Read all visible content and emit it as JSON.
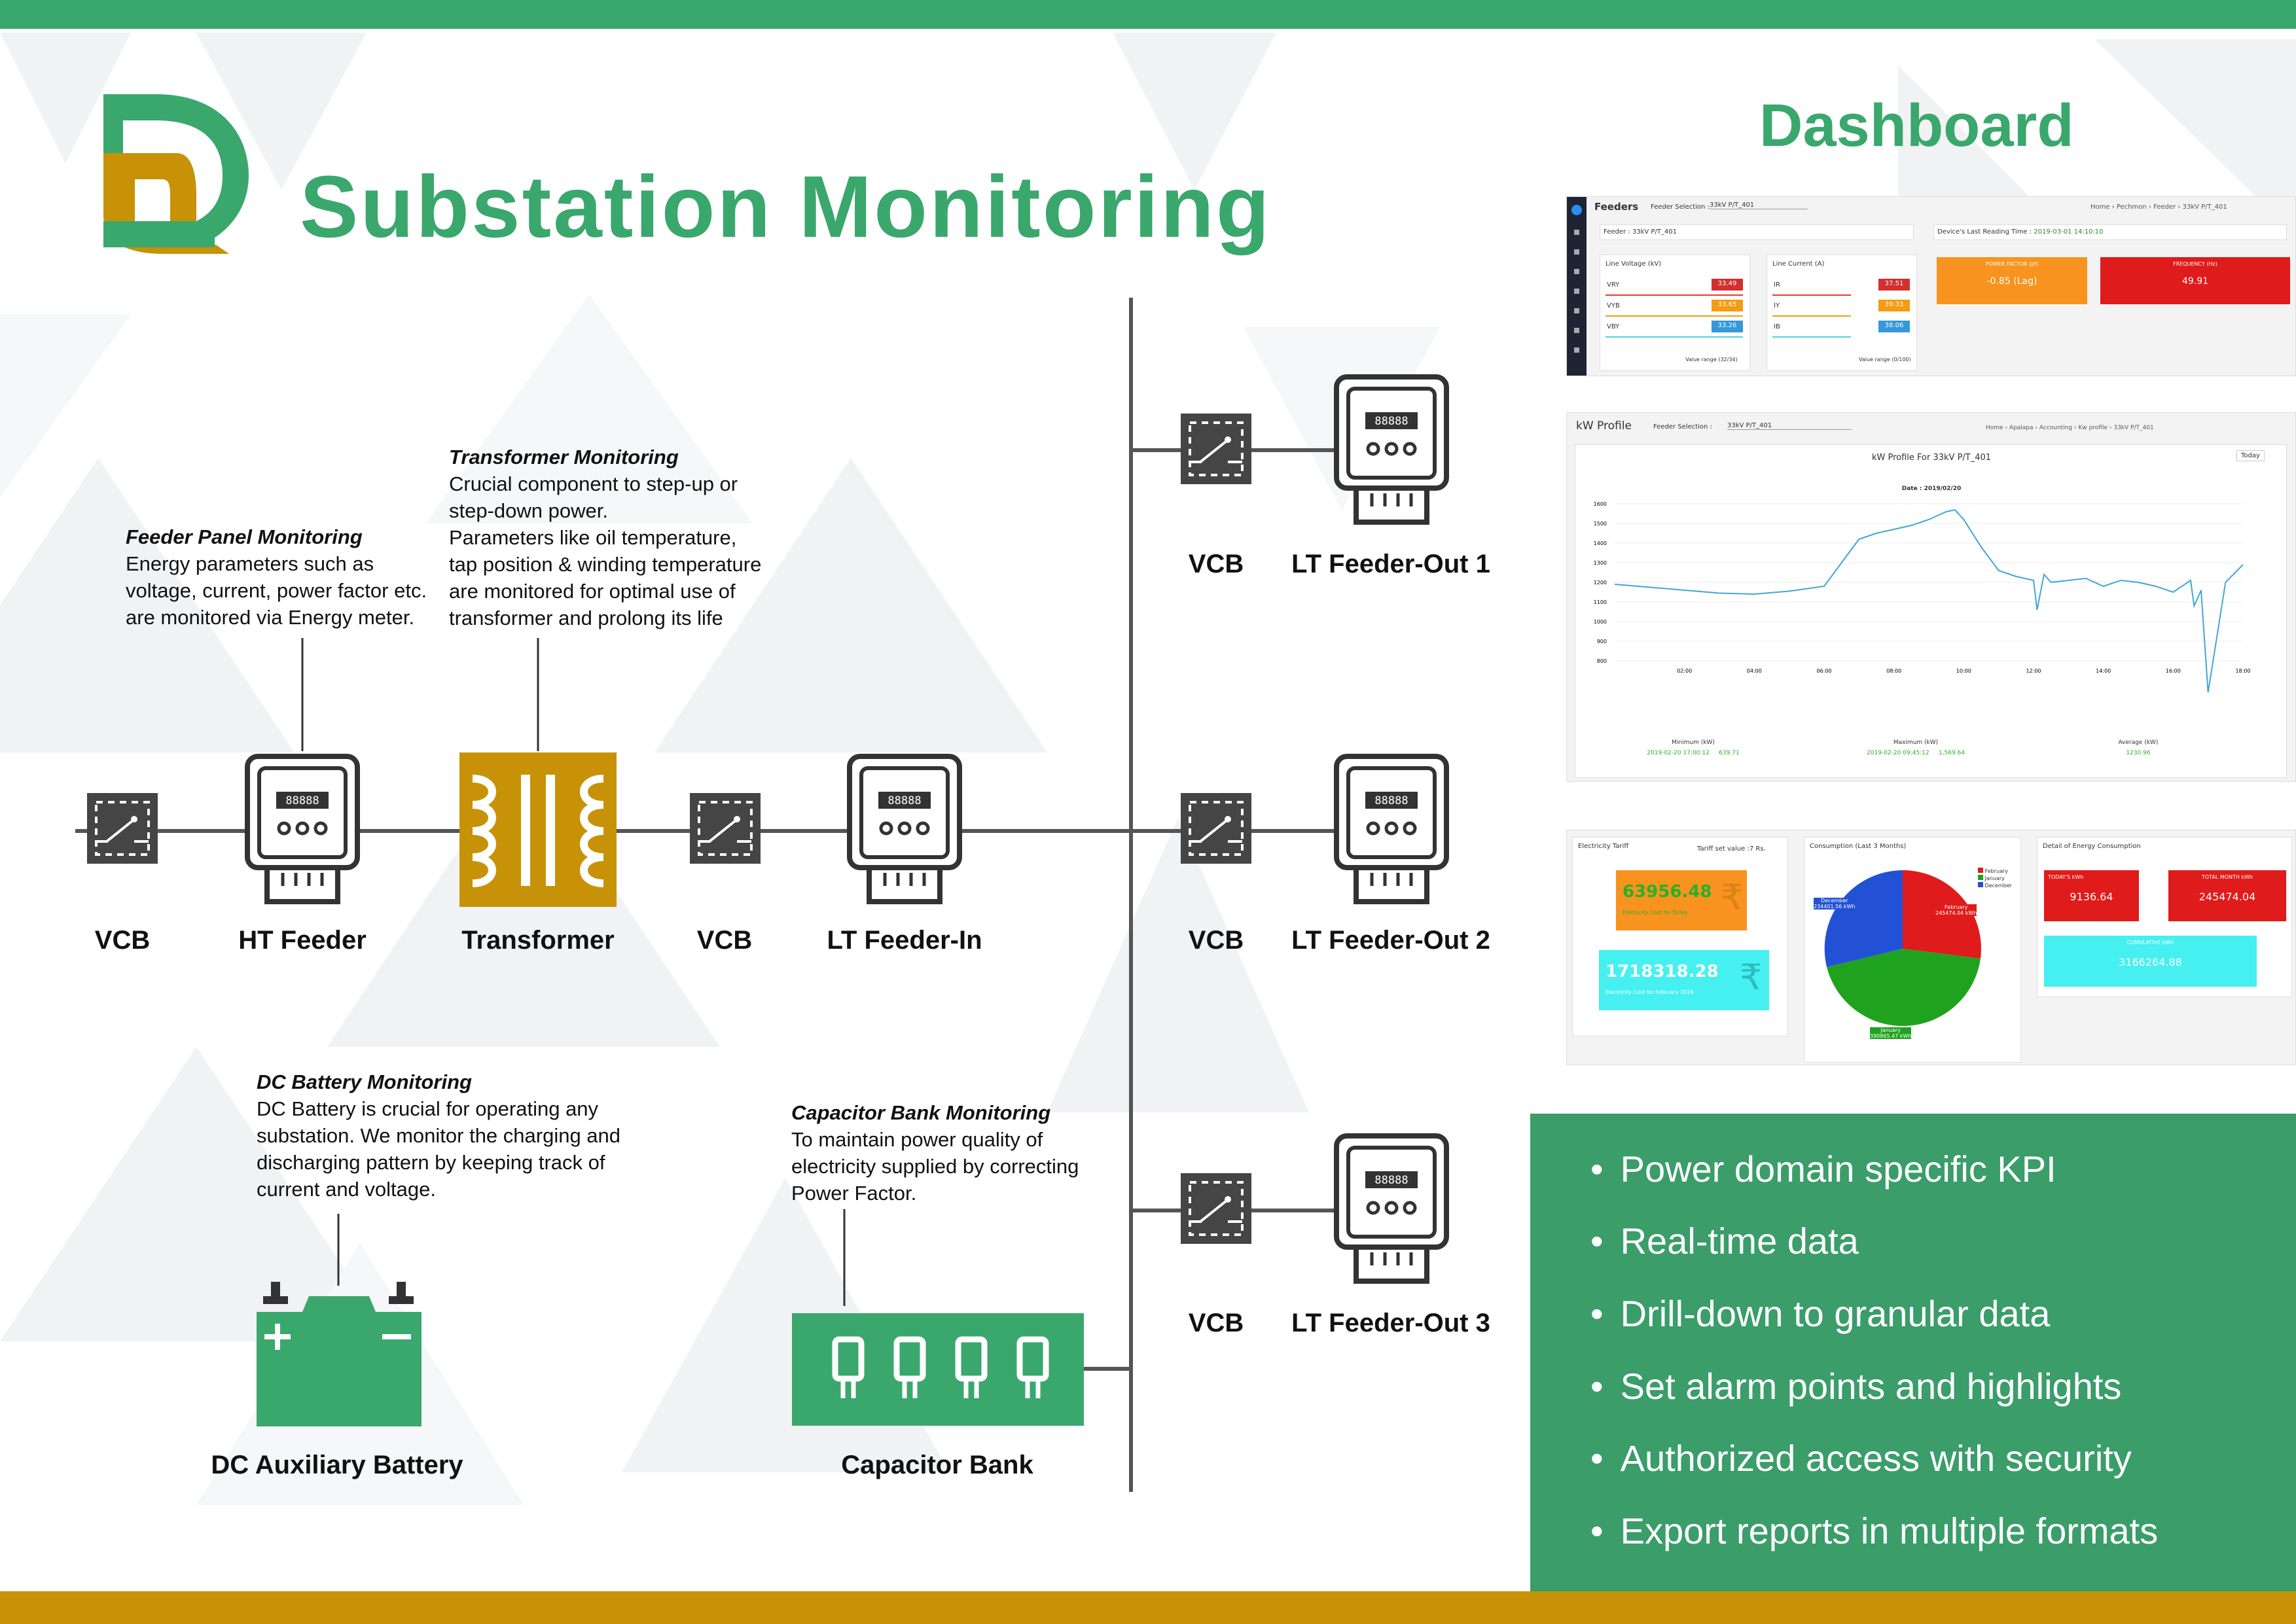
{
  "page": {
    "title": "Substation Monitoring",
    "dashboard_heading": "Dashboard"
  },
  "colors": {
    "green": "#3aa76d",
    "gold": "#c79207",
    "dark": "#444444"
  },
  "diagram": {
    "components": {
      "vcb_main": "VCB",
      "ht_feeder": "HT Feeder",
      "transformer": "Transformer",
      "vcb_mid": "VCB",
      "lt_feeder_in": "LT Feeder-In",
      "vcb_out1": "VCB",
      "lt_feeder_out1": "LT Feeder-Out 1",
      "vcb_out2": "VCB",
      "lt_feeder_out2": "LT Feeder-Out 2",
      "vcb_out3": "VCB",
      "lt_feeder_out3": "LT Feeder-Out 3",
      "battery": "DC Auxiliary Battery",
      "capacitor": "Capacitor Bank"
    },
    "meter_display": "88888",
    "annotations": {
      "feeder": {
        "heading": "Feeder Panel Monitoring",
        "lines": [
          "Energy parameters such as",
          "voltage, current, power factor etc.",
          "are monitored via Energy meter."
        ]
      },
      "transformer": {
        "heading": "Transformer Monitoring",
        "lines": [
          "Crucial component to step-up or",
          "step-down power.",
          "Parameters like oil temperature,",
          "tap position & winding temperature",
          "are monitored for optimal use of",
          "transformer and prolong its life"
        ]
      },
      "battery": {
        "heading": "DC Battery Monitoring",
        "lines": [
          "DC Battery is crucial for operating any",
          "substation. We monitor the charging and",
          "discharging pattern by keeping track of",
          "current and voltage."
        ]
      },
      "capacitor": {
        "heading": "Capacitor Bank Monitoring",
        "lines": [
          "To maintain power quality of",
          "electricity supplied by correcting",
          "Power Factor."
        ]
      }
    }
  },
  "dash1": {
    "title": "Feeders",
    "feeder_selection": "Feeder Selection :",
    "selected": "33kV P/T_401",
    "feeder_label": "Feeder :  33kV P/T_401",
    "reading_label": "Device's Last Reading Time :",
    "reading_time": "2019-03-01 14:10:10",
    "crumbs": [
      "Home",
      "Pechmon",
      "Feeder",
      "33kV P/T_401"
    ],
    "voltage_title": "Line Voltage (kV)",
    "voltage_rows": [
      {
        "l": "VRY",
        "v": "33.49"
      },
      {
        "l": "VYB",
        "v": "33.65"
      },
      {
        "l": "VBY",
        "v": "33.26"
      }
    ],
    "voltage_range": "Value range (32/34)",
    "current_title": "Line Current (A)",
    "current_rows": [
      {
        "l": "IR",
        "v": "37.51"
      },
      {
        "l": "IY",
        "v": "39.33"
      },
      {
        "l": "IB",
        "v": "38.06"
      }
    ],
    "current_range": "Value range (0/100)",
    "pf_title": "POWER FACTOR (pf)",
    "pf_value": "-0.85 (Lag)",
    "freq_title": "FREQUENCY (Hz)",
    "freq_value": "49.91"
  },
  "dash2": {
    "title": "kW Profile",
    "feeder_selection": "Feeder Selection :",
    "selected": "33kV P/T_401",
    "crumbs": [
      "Home",
      "Apalapa",
      "Accounting",
      "Kw profile",
      "33kV P/T_401"
    ],
    "chart_title": "kW Profile For 33kV P/T_401",
    "period": "Today",
    "date_label": "Date : 2019/02/20",
    "min_label": "Minimum (kW)",
    "min_value": "2019-02-20 17:00:12     639.71",
    "max_label": "Maximum (kW)",
    "max_value": "2019-02-20 09:45:12     1,569.64",
    "avg_label": "Average (kW)",
    "avg_value": "1230.96"
  },
  "chart_data": {
    "type": "line",
    "title": "kW Profile For 33kV P/T_401",
    "x_ticks": [
      "02:00",
      "04:00",
      "06:00",
      "08:00",
      "10:00",
      "12:00",
      "14:00",
      "16:00",
      "18:00"
    ],
    "y_ticks": [
      "1600",
      "1500",
      "1400",
      "1300",
      "1200",
      "1100",
      "1000",
      "900",
      "800"
    ],
    "ylim": [
      800,
      1600
    ],
    "x": [
      0,
      1,
      2,
      3,
      4,
      5,
      6,
      6.5,
      7,
      7.5,
      8,
      8.5,
      9,
      9.5,
      9.75,
      10,
      10.5,
      11,
      11.5,
      12,
      12.1,
      12.3,
      12.5,
      13,
      13.5,
      14,
      14.5,
      15,
      15.5,
      16,
      16.5,
      16.6,
      16.8,
      17,
      17.5,
      18
    ],
    "y": [
      1190,
      1175,
      1160,
      1145,
      1140,
      1155,
      1180,
      1300,
      1420,
      1450,
      1470,
      1490,
      1520,
      1560,
      1569,
      1520,
      1380,
      1260,
      1230,
      1210,
      1060,
      1240,
      1200,
      1210,
      1220,
      1180,
      1210,
      1200,
      1180,
      1150,
      1210,
      1080,
      1160,
      639,
      1200,
      1290
    ]
  },
  "dash3": {
    "tariff_title": "Electricity Tariff",
    "tariff_set": "Tariff set value :7 Rs.",
    "cost_today": "63956.48",
    "cost_today_label": "Electricity Cost for Today",
    "cost_month": "1718318.28",
    "cost_month_label": "Electricity Cost for February 2019",
    "consumption_title": "Consumption (Last 3 Months)",
    "legend": [
      "February",
      "January",
      "December"
    ],
    "pie_labels": [
      {
        "name": "February",
        "value": "245474.04 kWh"
      },
      {
        "name": "December",
        "value": "234401.56 kWh"
      },
      {
        "name": "January",
        "value": "390865.47 kWh"
      }
    ],
    "detail_title": "Detail of Energy Consumption",
    "today_label": "TODAY'S kWh",
    "today_value": "9136.64",
    "month_label": "TOTAL MONTH kWh",
    "month_value": "245474.04",
    "cum_label": "CUMULATIVE kWh",
    "cum_value": "3166264.88"
  },
  "features": [
    "Power domain specific KPI",
    "Real-time data",
    "Drill-down to granular data",
    "Set alarm points and highlights",
    "Authorized access with security",
    "Export reports in multiple formats"
  ]
}
